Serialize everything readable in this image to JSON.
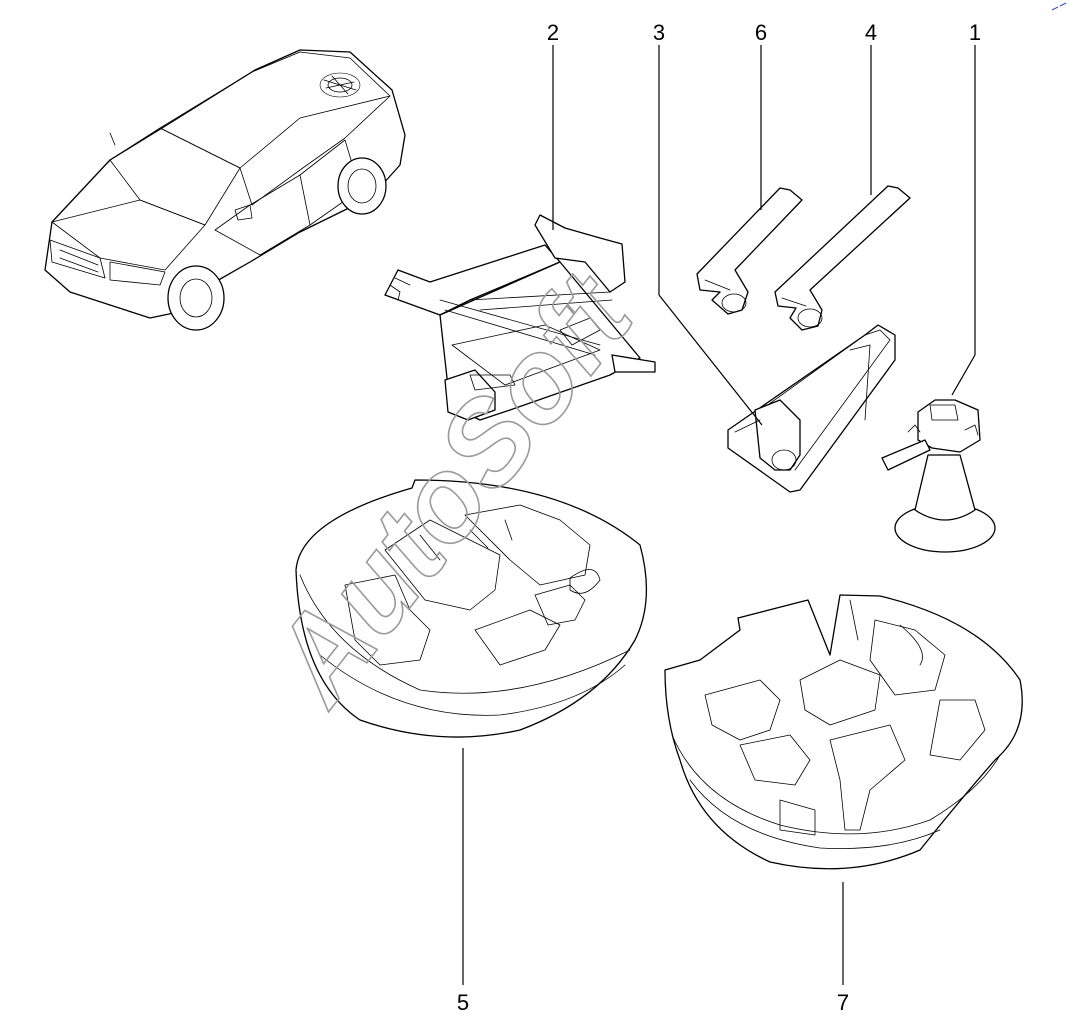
{
  "diagram": {
    "callouts": [
      {
        "label": "1",
        "part": "bottle-jack"
      },
      {
        "label": "2",
        "part": "scissor-jack"
      },
      {
        "label": "3",
        "part": "wheel-chock"
      },
      {
        "label": "4",
        "part": "wheel-wrench"
      },
      {
        "label": "5",
        "part": "tool-tray-left"
      },
      {
        "label": "6",
        "part": "socket-wrench"
      },
      {
        "label": "7",
        "part": "tool-tray-right"
      }
    ],
    "watermark": "AutoSoft"
  },
  "colors": {
    "ink": "#000000",
    "background": "#ffffff",
    "watermark": "#9a9a9a"
  }
}
